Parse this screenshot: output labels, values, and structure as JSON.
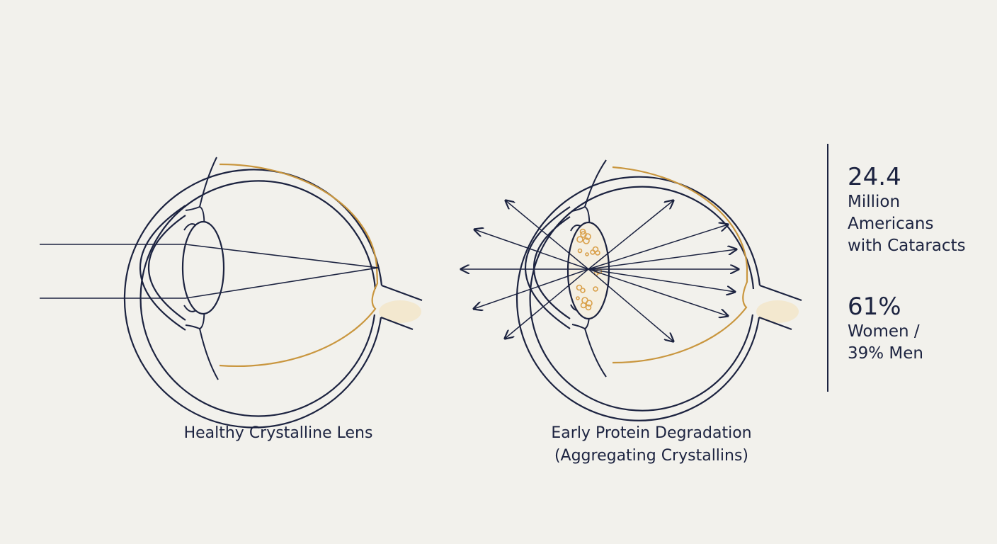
{
  "diagram": {
    "left_eye": {
      "caption": "Healthy Crystalline Lens"
    },
    "right_eye": {
      "caption_line1": "Early Protein Degradation",
      "caption_line2": "(Aggregating Crystallins)"
    }
  },
  "stats": [
    {
      "value": "24.4",
      "label_lines": [
        "Million",
        "Americans",
        "with Cataracts"
      ]
    },
    {
      "value": "61%",
      "label_lines": [
        "Women /",
        "39% Men"
      ]
    }
  ],
  "colors": {
    "background": "#f2f1ec",
    "line": "#1c2340",
    "retina": "#c9963e",
    "protein_aggregate": "#d9a04a",
    "optic_nerve_glow": "#f3e6c8"
  }
}
